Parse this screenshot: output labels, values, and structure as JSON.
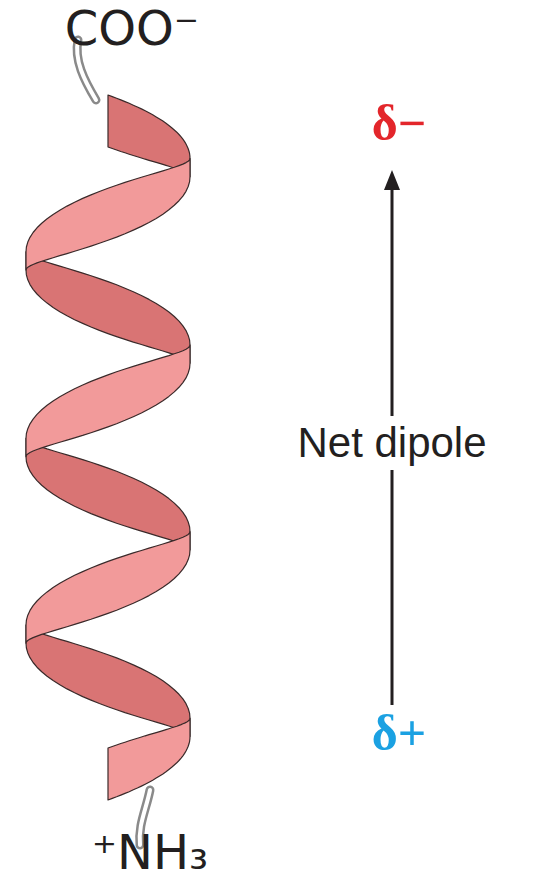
{
  "diagram": {
    "labels": [
      "COO⁻",
      "δ−",
      "Net dipole",
      "δ+",
      "⁺NH₃"
    ]
  }
}
